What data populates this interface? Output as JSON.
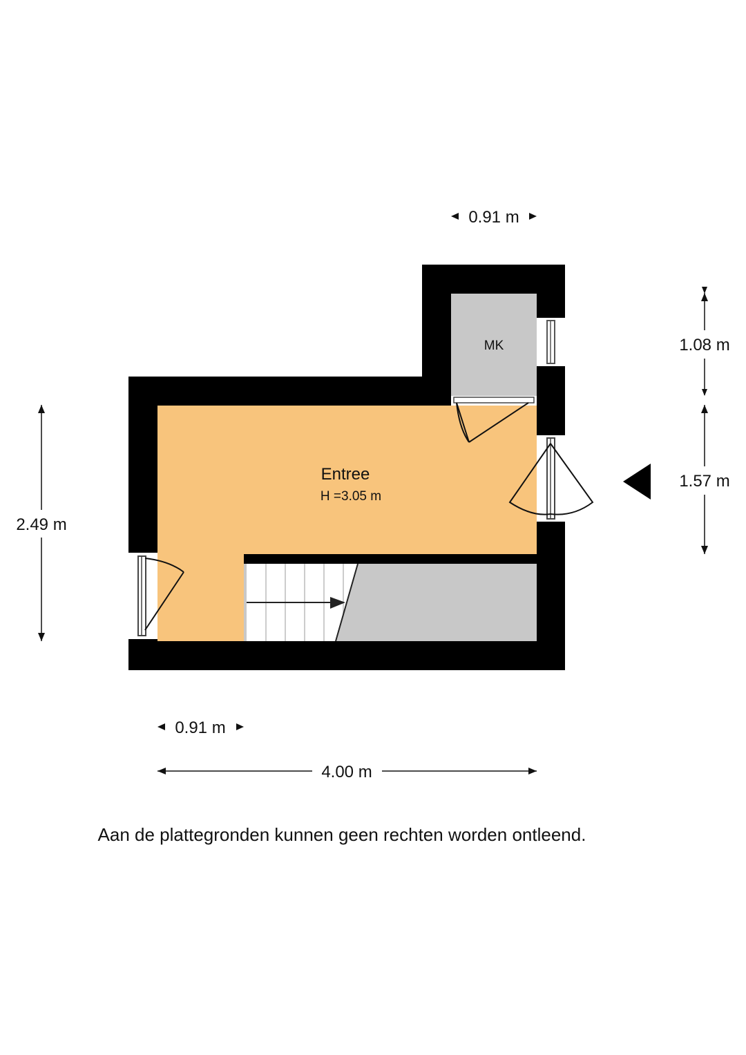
{
  "plan": {
    "rooms": {
      "entree": {
        "name": "Entree",
        "height": "H =3.05  m"
      },
      "mk": {
        "name": "MK"
      }
    },
    "dimensions": {
      "top_width": "0.91 m",
      "right_upper": "1.08 m",
      "right_lower": "1.57 m",
      "left_height": "2.49 m",
      "bottom_small": "0.91 m",
      "bottom_total": "4.00 m"
    },
    "disclaimer": "Aan de plattegronden kunnen geen rechten worden ontleend."
  },
  "colors": {
    "wall": "#000000",
    "room_fill": "#f8c47c",
    "storage_fill": "#c8c8c8",
    "background": "#ffffff"
  },
  "icons": {
    "entrance_marker": "entrance-arrow-icon",
    "stair_arrow": "stair-direction-arrow-icon"
  }
}
